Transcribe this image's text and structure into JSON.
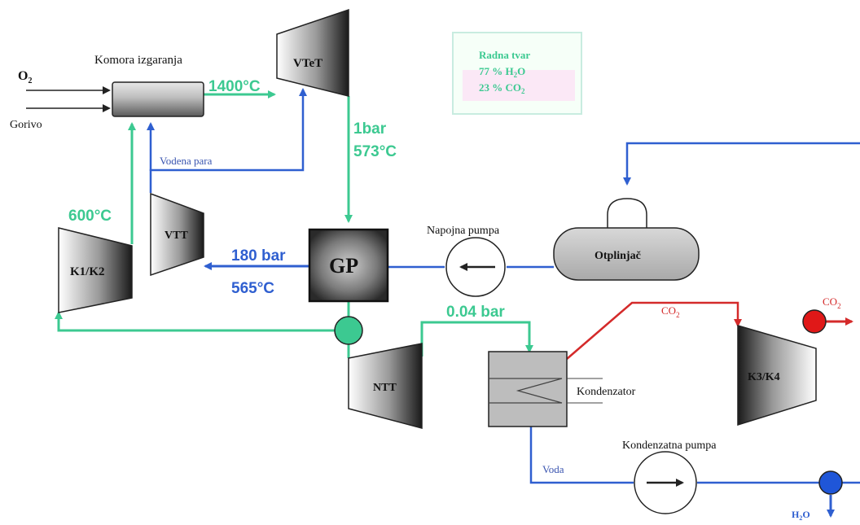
{
  "diagram": {
    "inputs": {
      "o2": "O",
      "o2_sub": "2",
      "fuel": "Gorivo"
    },
    "combustion_chamber": "Komora izgaranja",
    "steam_label": "Vodena para",
    "temps": {
      "t1400": "1400°C",
      "p1bar": "1bar",
      "t573": "573°C",
      "t600": "600°C",
      "p180": "180 bar",
      "t565": "565°C",
      "p004": "0.04 bar"
    },
    "working_fluid": {
      "title": "Radna tvar",
      "h2o": "77 % H",
      "h2o_sub": "2",
      "h2o_tail": "O",
      "co2": "23 % CO",
      "co2_sub": "2"
    },
    "components": {
      "vtet": "VTeT",
      "vtt": "VTT",
      "k1k2": "K1/K2",
      "gp": "GP",
      "ntt": "NTT",
      "k3k4": "K3/K4",
      "deaerator": "Otplinjač",
      "condenser": "Kondenzator"
    },
    "pumps": {
      "feed_pump": "Napojna pumpa",
      "condensate_pump": "Kondenzatna pumpa"
    },
    "outputs": {
      "co2_line": "CO",
      "co2_line_sub": "2",
      "co2_out": "CO",
      "co2_out_sub": "2",
      "water": "Voda",
      "h2o_out": "H",
      "h2o_out_sub": "2",
      "h2o_out_tail": "O"
    },
    "colors": {
      "green": "#3cc991",
      "blue": "#2f5fd0",
      "red": "#d42a2a",
      "label_blue": "#3a55b0"
    }
  }
}
